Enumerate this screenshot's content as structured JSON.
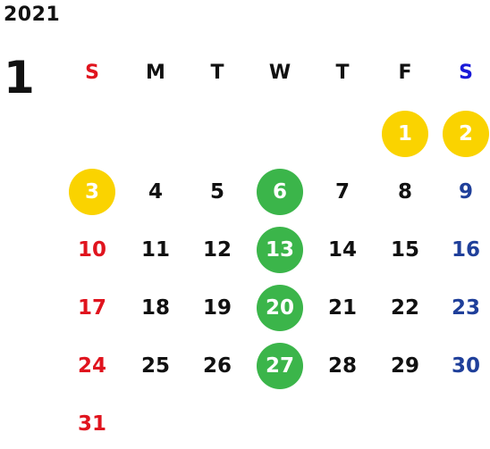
{
  "calendar": {
    "year": "2021",
    "month": "1",
    "weekdays": [
      "S",
      "M",
      "T",
      "W",
      "T",
      "F",
      "S"
    ],
    "weekday_colors": [
      "#e0141e",
      "#111111",
      "#111111",
      "#111111",
      "#111111",
      "#111111",
      "#1a1ad8"
    ],
    "first_weekday_index": 5,
    "days_in_month": 31,
    "colors": {
      "sunday": "#e0141e",
      "saturday": "#1f3f9a",
      "weekday": "#111111",
      "holiday_fill": "#fad300",
      "wednesday_fill": "#3bb54a",
      "filled_text": "#ffffff"
    },
    "holidays": [
      1,
      2,
      3
    ],
    "highlighted_days": [
      6,
      13,
      20,
      27
    ]
  }
}
